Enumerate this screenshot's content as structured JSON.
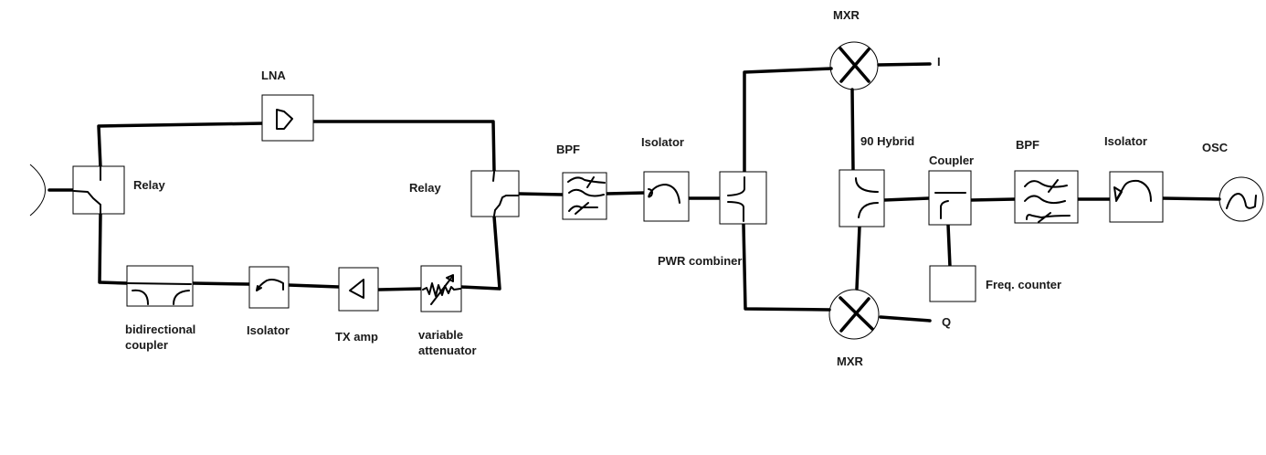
{
  "diagram": {
    "type": "RF block diagram",
    "components": {
      "lna": {
        "label": "LNA",
        "icon": "amplifier-icon"
      },
      "relay_left": {
        "label": "Relay",
        "icon": "switch-icon"
      },
      "relay_right": {
        "label": "Relay",
        "icon": "switch-icon"
      },
      "bidir_coupler": {
        "label_line1": "bidirectional",
        "label_line2": "coupler",
        "icon": "bidirectional-coupler-icon"
      },
      "isolator_tx": {
        "label": "Isolator",
        "icon": "isolator-icon"
      },
      "tx_amp": {
        "label": "TX amp",
        "icon": "amplifier-icon"
      },
      "var_atten": {
        "label_line1": "variable",
        "label_line2": "attenuator",
        "icon": "variable-attenuator-icon"
      },
      "bpf_left": {
        "label": "BPF",
        "icon": "bandpass-filter-icon"
      },
      "isolator_mid": {
        "label": "Isolator",
        "icon": "isolator-icon"
      },
      "pwr_combiner": {
        "label": "PWR combiner",
        "icon": "power-combiner-icon"
      },
      "mxr_top": {
        "label": "MXR",
        "icon": "mixer-icon"
      },
      "mxr_bottom": {
        "label": "MXR",
        "icon": "mixer-icon"
      },
      "hybrid_90": {
        "label": "90 Hybrid",
        "icon": "hybrid-coupler-icon"
      },
      "coupler": {
        "label": "Coupler",
        "icon": "directional-coupler-icon"
      },
      "freq_counter": {
        "label": "Freq. counter"
      },
      "bpf_right": {
        "label": "BPF",
        "icon": "bandpass-filter-icon"
      },
      "isolator_right": {
        "label": "Isolator",
        "icon": "isolator-icon"
      },
      "osc": {
        "label": "OSC",
        "icon": "oscillator-icon"
      },
      "antenna": {
        "icon": "antenna-icon"
      }
    },
    "outputs": {
      "i": "I",
      "q": "Q"
    }
  }
}
